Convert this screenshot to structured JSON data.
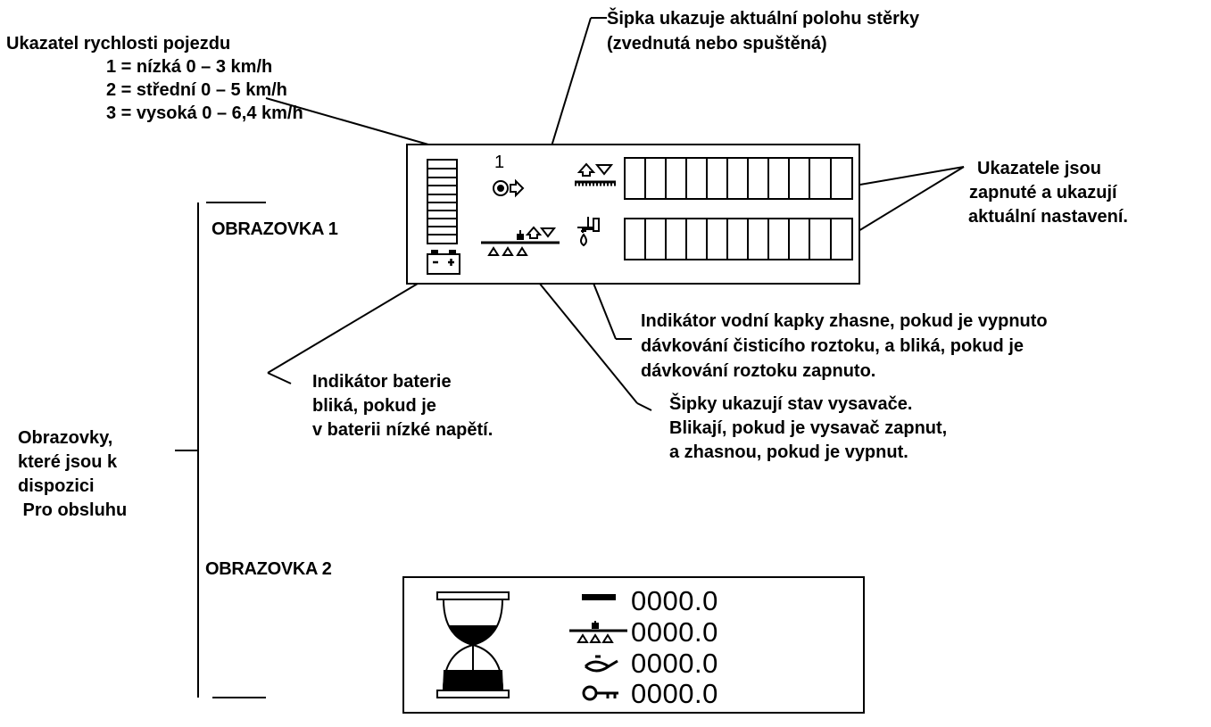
{
  "speed_callout": {
    "title": "Ukazatel rychlosti pojezdu",
    "line1": "1 = nízká 0 – 3 km/h",
    "line2": "2 = střední 0 – 5 km/h",
    "line3": "3 = vysoká 0 – 6,4 km/h"
  },
  "squeegee_callout": {
    "line1": "Šipka ukazuje aktuální polohu stěrky",
    "line2": "(zvednutá nebo spuštěná)"
  },
  "indicators_callout": {
    "line1": "Ukazatele jsou",
    "line2": "zapnuté a ukazují",
    "line3": "aktuální nastavení."
  },
  "water_callout": {
    "line1": "Indikátor vodní kapky zhasne, pokud je vypnuto",
    "line2": "dávkování čisticího roztoku, a bliká, pokud je",
    "line3": "dávkování roztoku zapnuto."
  },
  "battery_callout": {
    "line1": "Indikátor baterie",
    "line2": "bliká, pokud je",
    "line3": "v baterii nízké napětí."
  },
  "vacuum_callout": {
    "line1": "Šipky ukazují stav vysavače.",
    "line2": "Blikají, pokud je vysavač zapnut,",
    "line3": "a zhasnou, pokud je vypnut."
  },
  "screens_callout": {
    "line1": "Obrazovky,",
    "line2": "které jsou k",
    "line3": "dispozici",
    "line4": " Pro obsluhu"
  },
  "screen1": {
    "label": "OBRAZOVKA 1",
    "speed_number": "1"
  },
  "screen2": {
    "label": "OBRAZOVKA 2",
    "rows": [
      "0000.0",
      "0000.0",
      "0000.0",
      "0000.0"
    ]
  }
}
